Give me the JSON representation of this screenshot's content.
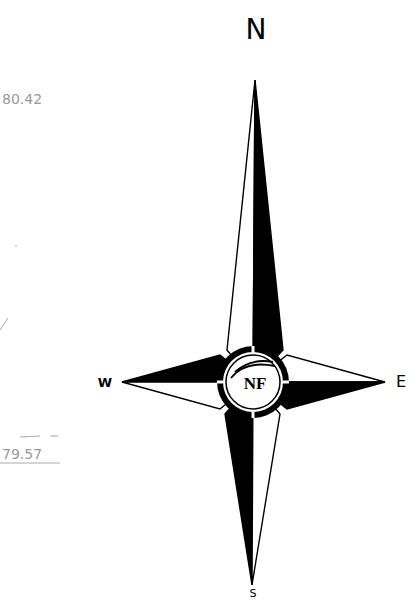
{
  "diagram": {
    "labels": [
      "80.42",
      "N",
      "W",
      "E",
      "NF",
      "79.57",
      "S"
    ]
  }
}
